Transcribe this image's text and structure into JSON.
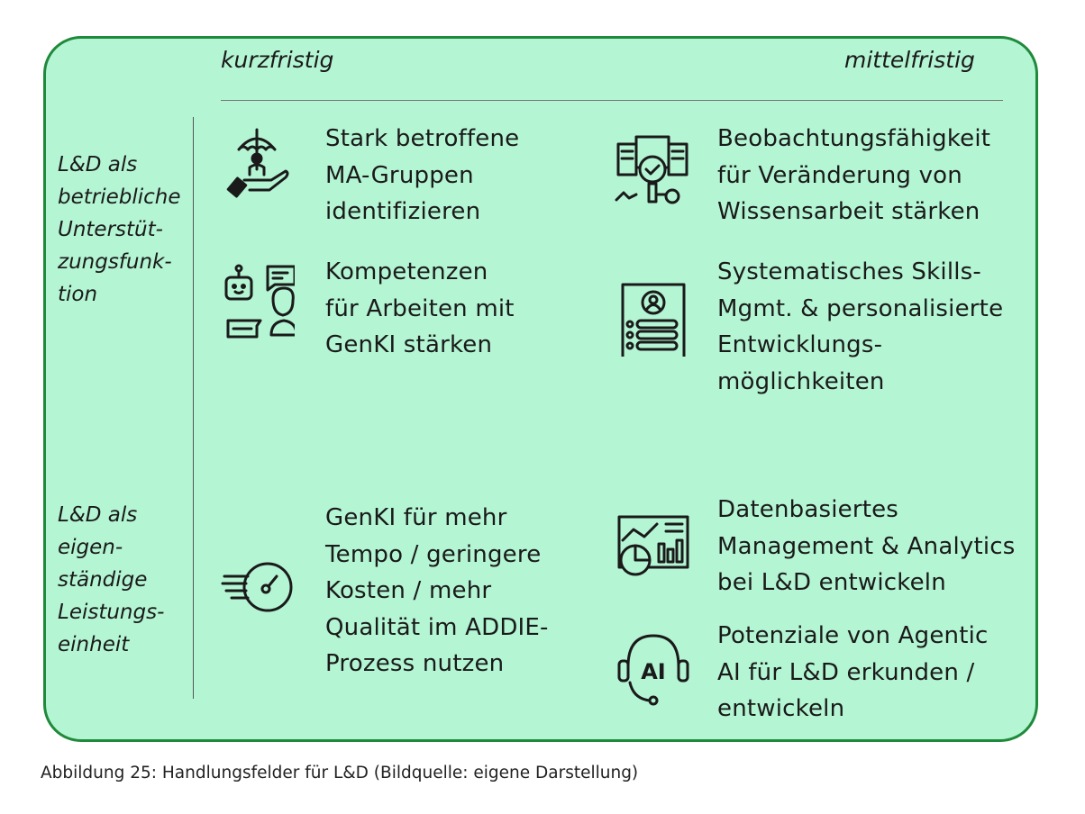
{
  "columns": {
    "short_term": "kurzfristig",
    "mid_term": "mittelfristig"
  },
  "rows": [
    {
      "label": "L&D als\nbetriebliche\nUnterstüt-\nzungsfunk-\ntion",
      "items": [
        {
          "icon": "umbrella-hand-person-icon",
          "text": "Stark betroffene\nMA-Gruppen\nidentifizieren"
        },
        {
          "icon": "magnifier-documents-icon",
          "text": "Beobachtungsfähigkeit\nfür Veränderung von\nWissensarbeit stärken"
        },
        {
          "icon": "robot-human-chat-icon",
          "text": "Kompetenzen\nfür Arbeiten mit\nGenKI stärken"
        },
        {
          "icon": "profile-skills-card-icon",
          "text": "Systematisches Skills-\nMgmt. & personalisierte\nEntwicklungs-\nmöglichkeiten"
        }
      ]
    },
    {
      "label": "L&D als\neigen-\nständige\nLeistungs-\neinheit",
      "items": [
        {
          "icon": "speedometer-icon",
          "text": "GenKI für mehr\nTempo / geringere\nKosten / mehr\nQualität im ADDIE-\nProzess nutzen"
        },
        {
          "icon": "analytics-dashboard-icon",
          "text": "Datenbasiertes\nManagement & Analytics\nbei L&D entwickeln"
        },
        {
          "icon": "ai-headset-icon",
          "text": "Potenziale von Agentic\nAI für L&D erkunden /\nentwickeln"
        }
      ]
    }
  ],
  "caption": "Abbildung 25: Handlungsfelder für L&D (Bildquelle: eigene Darstellung)",
  "ai_icon_text": "AI",
  "colors": {
    "border": "#1f8a3b",
    "fill": "#b4f5d4"
  }
}
